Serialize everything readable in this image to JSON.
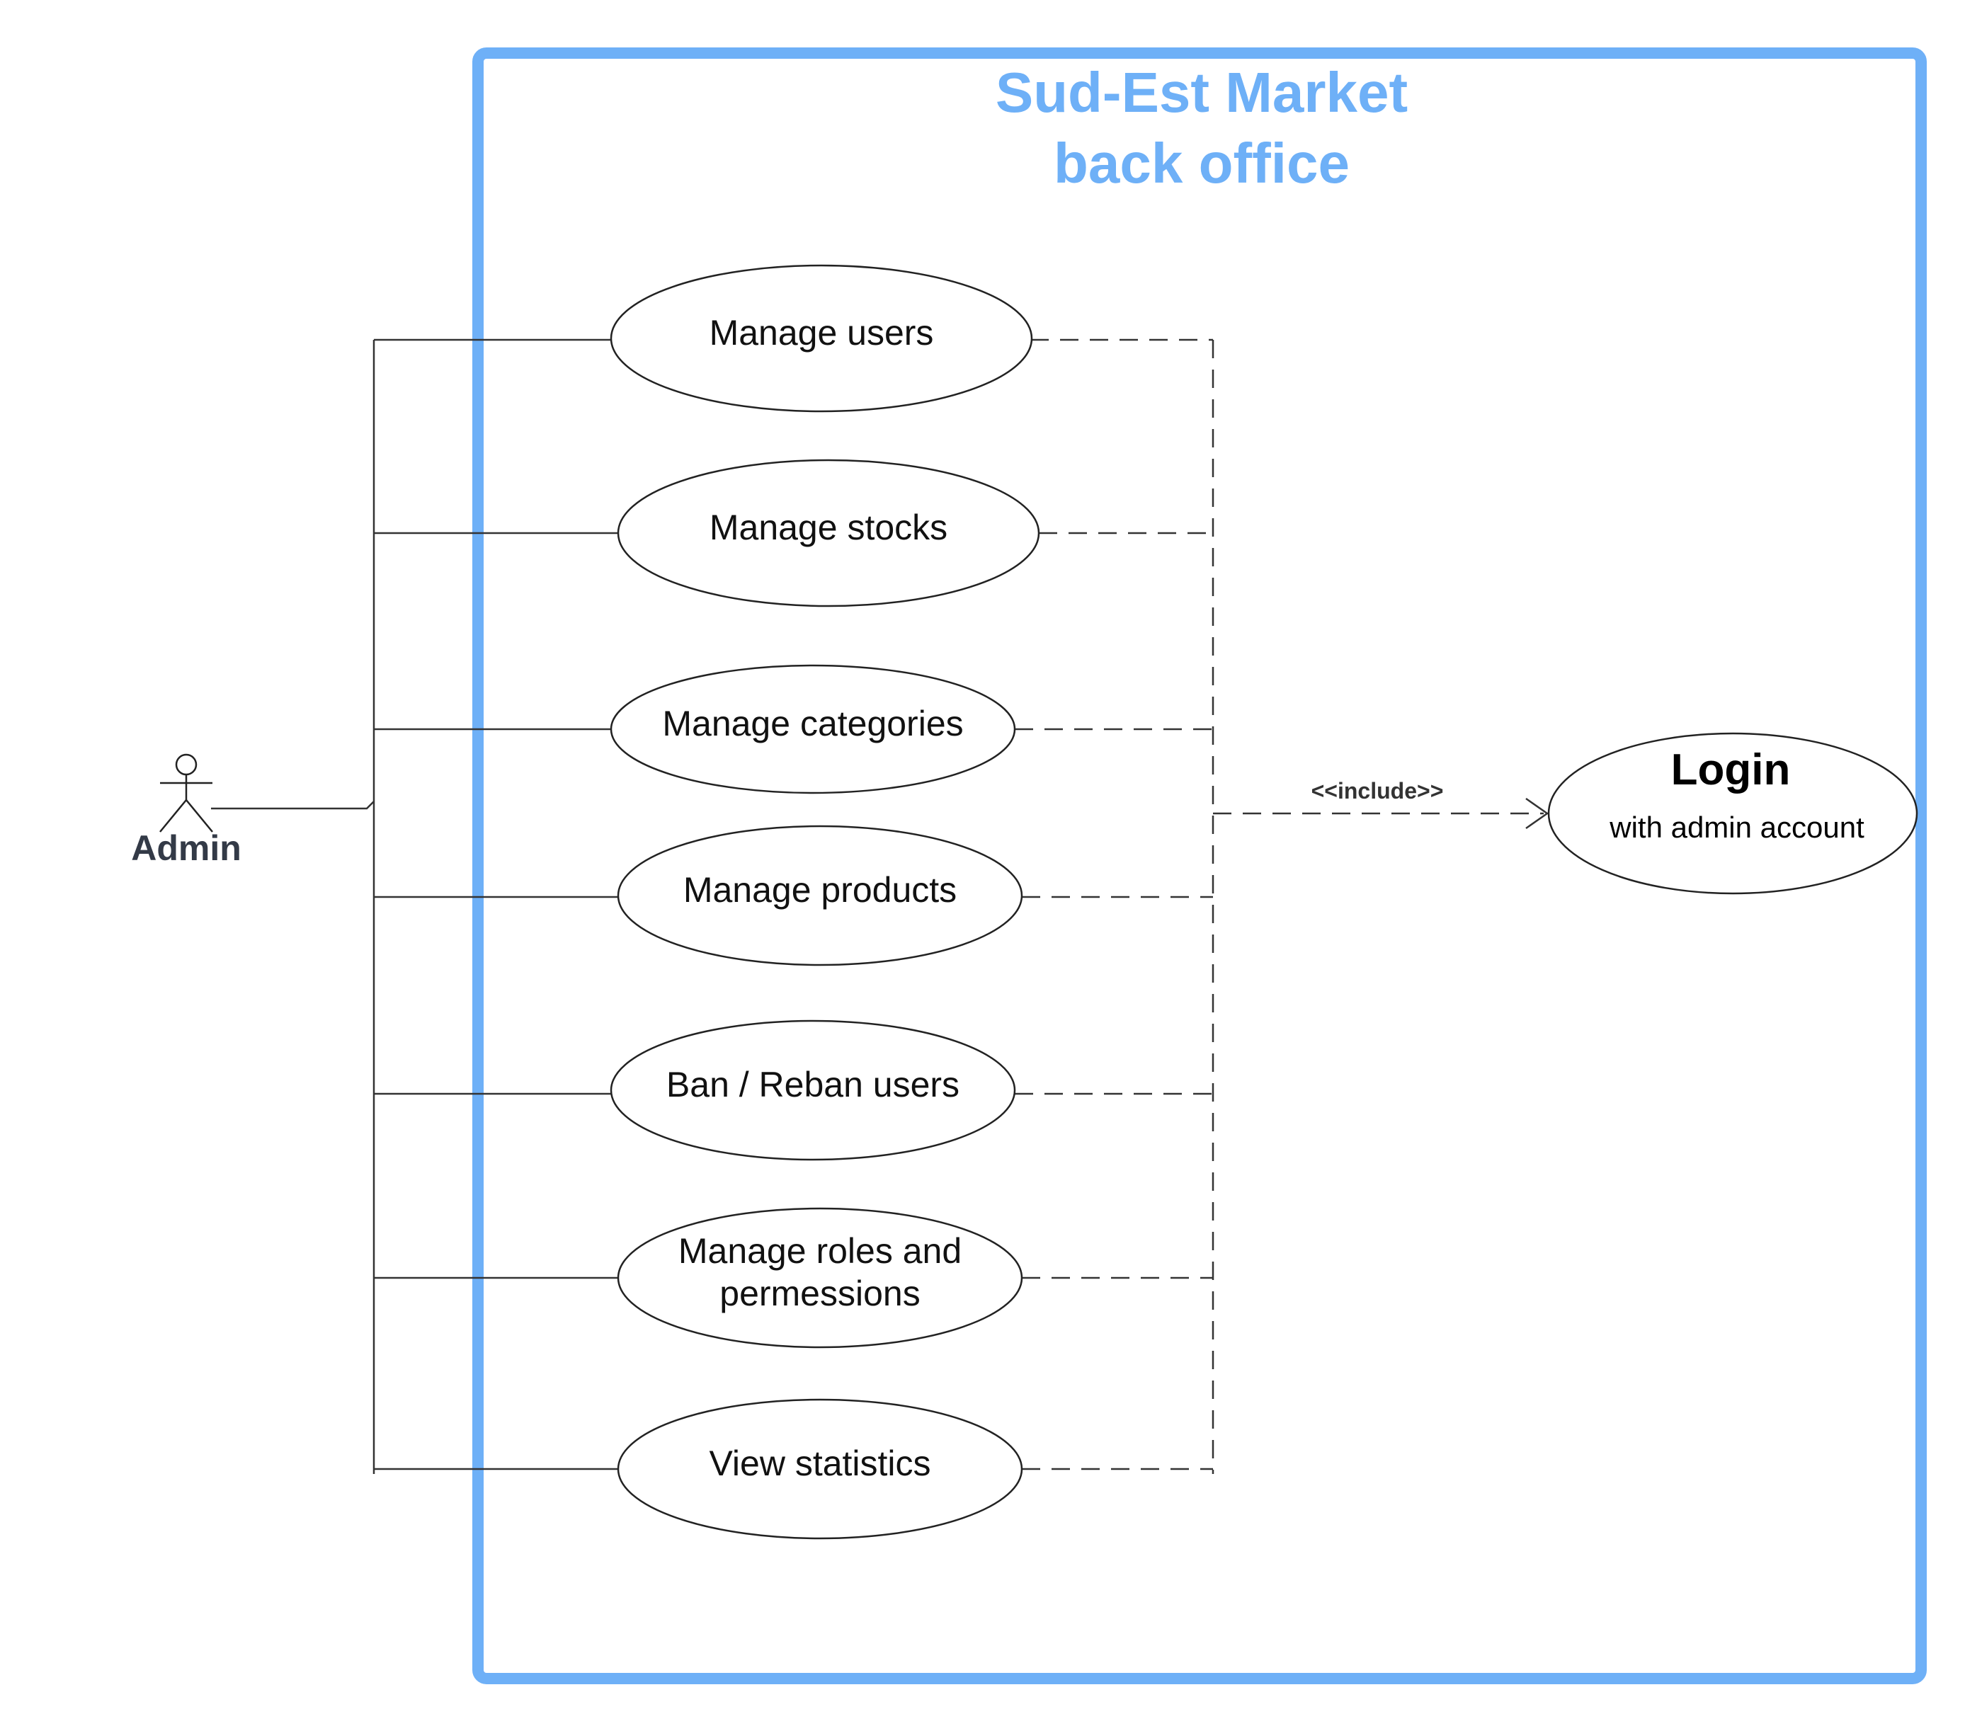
{
  "system": {
    "title_line1": "Sud-Est Market",
    "title_line2": "back office",
    "color": "#6eb0f7"
  },
  "actor": {
    "name": "Admin",
    "icon": "stick-figure-actor-icon"
  },
  "use_cases": [
    {
      "id": "manage-users",
      "lines": [
        "Manage users"
      ]
    },
    {
      "id": "manage-stocks",
      "lines": [
        "Manage stocks"
      ]
    },
    {
      "id": "manage-categories",
      "lines": [
        "Manage categories"
      ]
    },
    {
      "id": "manage-products",
      "lines": [
        "Manage products"
      ]
    },
    {
      "id": "ban-reban-users",
      "lines": [
        "Ban / Reban users"
      ]
    },
    {
      "id": "manage-roles",
      "lines": [
        "Manage roles and",
        "permessions"
      ]
    },
    {
      "id": "view-statistics",
      "lines": [
        "View statistics"
      ]
    }
  ],
  "relationship": {
    "stereotype": "<<include>>"
  },
  "login": {
    "title": "Login",
    "subtitle": "with admin account"
  }
}
